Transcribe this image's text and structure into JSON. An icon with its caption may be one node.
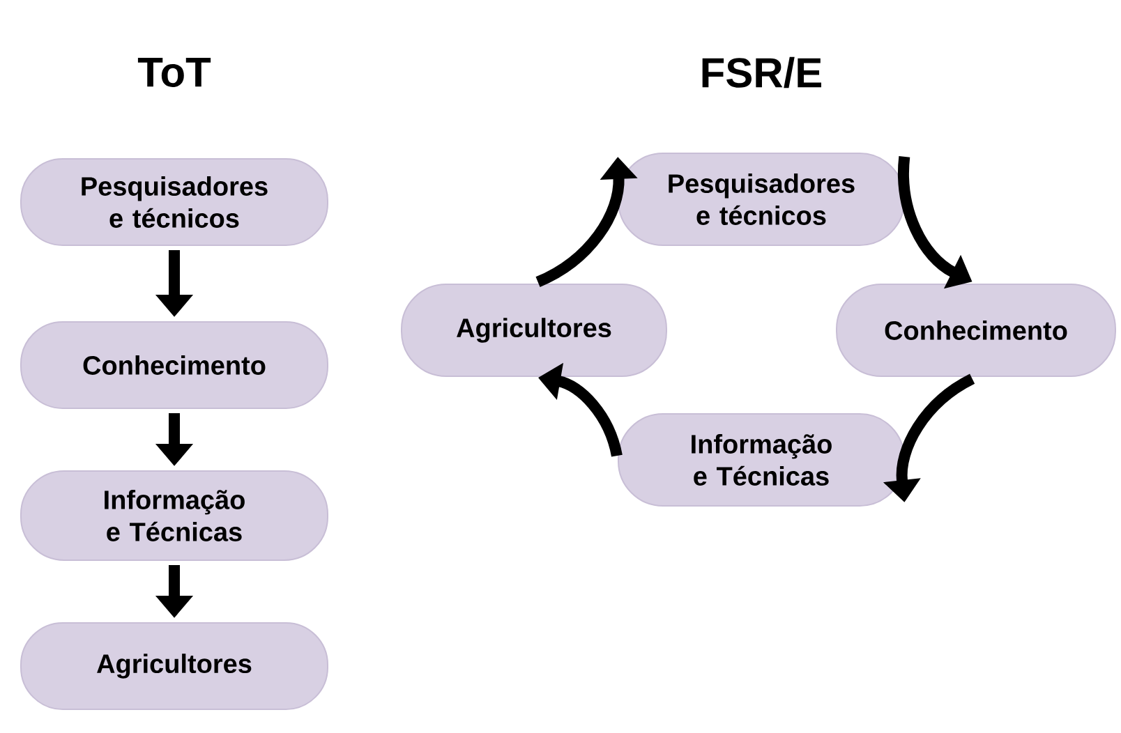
{
  "diagram": {
    "nodes": [
      {
        "text": [
          "Pesquisadores e técnicos"
        ]
      },
      {
        "text": [
          "Conhecimento"
        ]
      },
      {
        "text": [
          "Informação e Técnicas"
        ]
      },
      {
        "text": [
          "Agricultores"
        ]
      },
      {
        "text": [
          "Pesquisadores e técnicos"
        ]
      },
      {
        "text": [
          "Conhecimento"
        ]
      },
      {
        "text": [
          "Informação e Técnicas"
        ]
      },
      {
        "text": [
          "Agricultores"
        ]
      }
    ],
    "edges": [
      {
        "from": 0,
        "to": 1,
        "arrow": "to"
      },
      {
        "from": 1,
        "to": 2,
        "arrow": "to"
      },
      {
        "from": 2,
        "to": 3,
        "arrow": "to"
      },
      {
        "from": 4,
        "to": 5,
        "arrow": "to"
      },
      {
        "from": 5,
        "to": 6,
        "arrow": "to"
      },
      {
        "from": 6,
        "to": 7,
        "arrow": "to"
      },
      {
        "from": 7,
        "to": 4,
        "arrow": "to"
      }
    ],
    "labels": [
      "ToT",
      "FSR/E"
    ]
  }
}
